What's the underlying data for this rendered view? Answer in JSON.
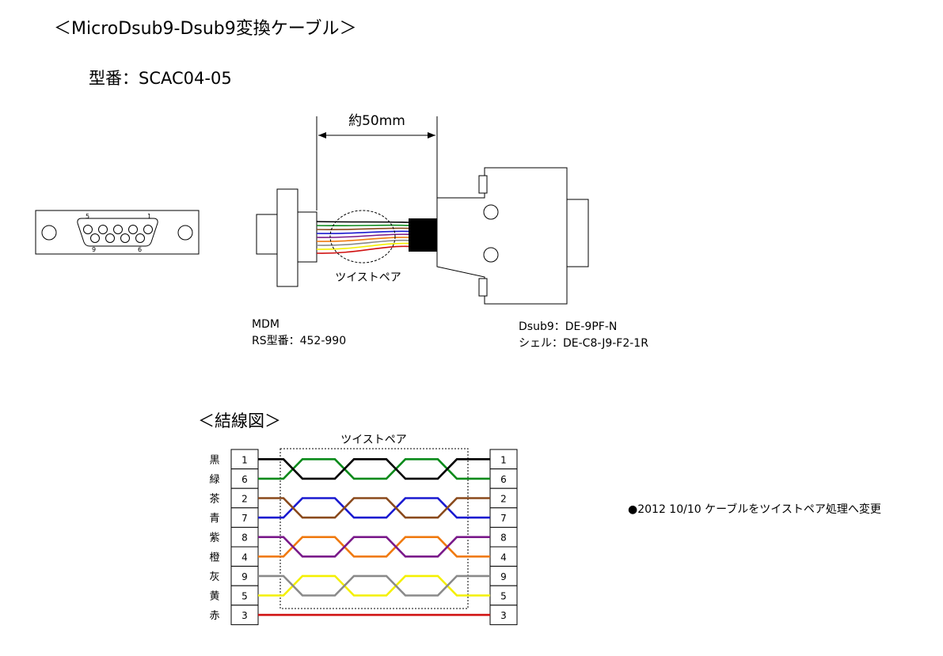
{
  "title": "＜MicroDsub9-Dsub9変換ケーブル＞",
  "model_number": "型番：SCAC04-05",
  "dimension_label": "約50mm",
  "twist_pair_label": "ツイストペア",
  "mdm_connector": {
    "line1": "MDM",
    "line2": "RS型番：452-990",
    "pin_labels": {
      "top_left": "5",
      "top_right": "1",
      "bottom_left": "9",
      "bottom_right": "6"
    }
  },
  "dsub_connector": {
    "line1": "Dsub9：DE-9PF-N",
    "line2": "シェル：DE-C8-J9-F2-1R"
  },
  "wiring": {
    "title": "＜結線図＞",
    "twist_pair_label": "ツイストペア",
    "rows": [
      {
        "color_name": "黒",
        "pin": "1",
        "color": "#000000"
      },
      {
        "color_name": "緑",
        "pin": "6",
        "color": "#0a8a1a"
      },
      {
        "color_name": "茶",
        "pin": "2",
        "color": "#8a4a1c"
      },
      {
        "color_name": "青",
        "pin": "7",
        "color": "#1a1ad0"
      },
      {
        "color_name": "紫",
        "pin": "8",
        "color": "#7a1a8a"
      },
      {
        "color_name": "橙",
        "pin": "4",
        "color": "#f07a10"
      },
      {
        "color_name": "灰",
        "pin": "9",
        "color": "#8a8a8a"
      },
      {
        "color_name": "黄",
        "pin": "5",
        "color": "#f4f000"
      },
      {
        "color_name": "赤",
        "pin": "3",
        "color": "#d01010"
      }
    ]
  },
  "note": "●2012 10/10 ケーブルをツイストペア処理へ変更"
}
